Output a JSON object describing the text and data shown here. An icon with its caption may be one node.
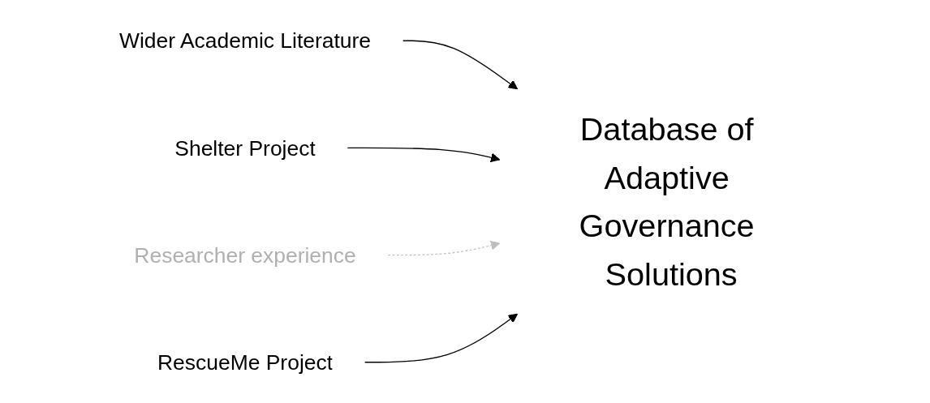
{
  "diagram": {
    "nodes": [
      {
        "text": [
          "Wider Academic Literature"
        ]
      },
      {
        "text": [
          "Shelter Project"
        ]
      },
      {
        "text": [
          "Database of Adaptive Governance Solutions"
        ]
      },
      {
        "text": [
          "Researcher experience"
        ]
      },
      {
        "text": [
          "RescueMe Project"
        ]
      }
    ],
    "edges": [
      {
        "from": 0,
        "to": 2,
        "arrow": "to"
      },
      {
        "from": 1,
        "to": 2,
        "arrow": "to"
      },
      {
        "from": 3,
        "to": 2,
        "arrow": "to",
        "style": "dashed",
        "color": "#bfbfbf"
      },
      {
        "from": 4,
        "to": 2,
        "arrow": "to"
      }
    ]
  }
}
